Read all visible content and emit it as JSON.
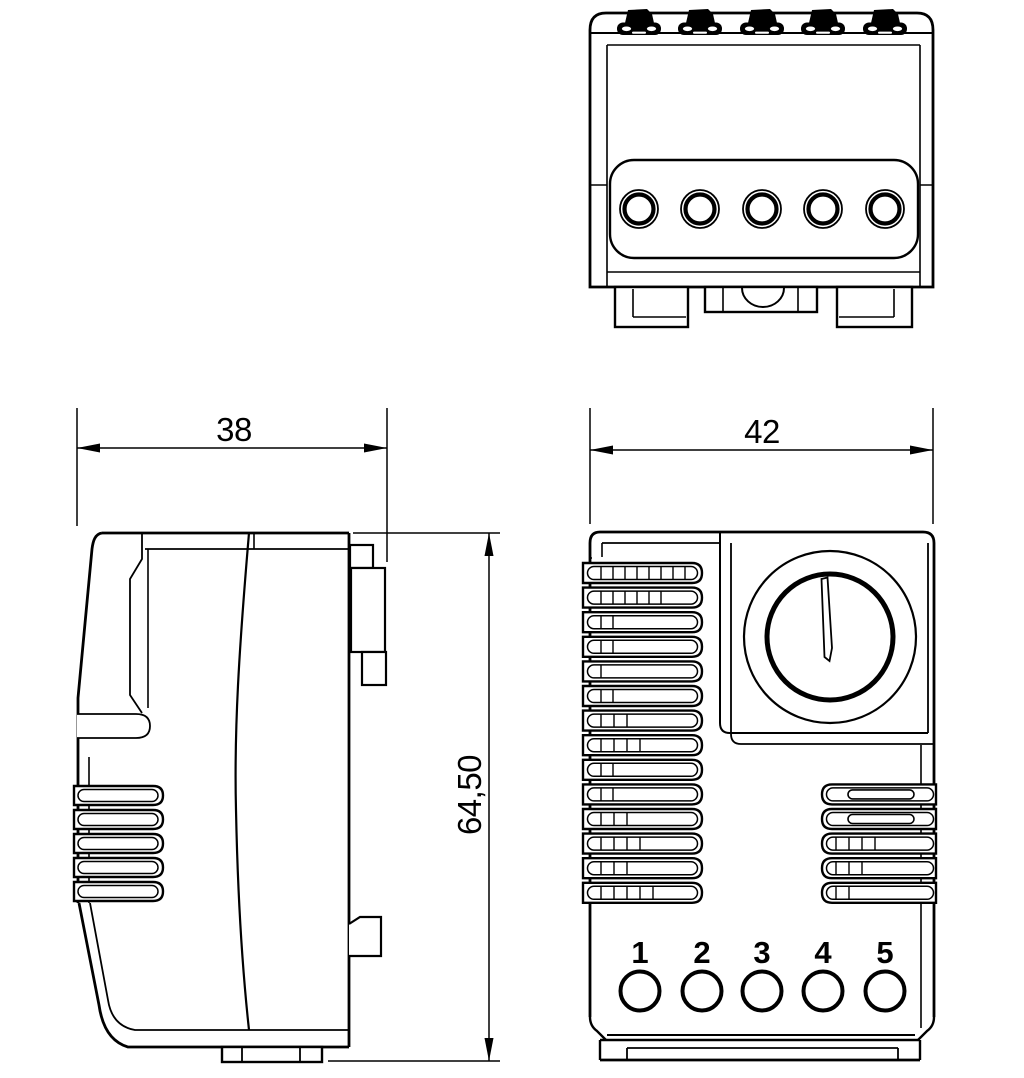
{
  "colors": {
    "ink": "#000000",
    "paper": "#ffffff"
  },
  "dimensions": {
    "depth": "38",
    "width": "42",
    "height": "64,50"
  },
  "front_view": {
    "terminal_labels": [
      "1",
      "2",
      "3",
      "4",
      "5"
    ]
  }
}
